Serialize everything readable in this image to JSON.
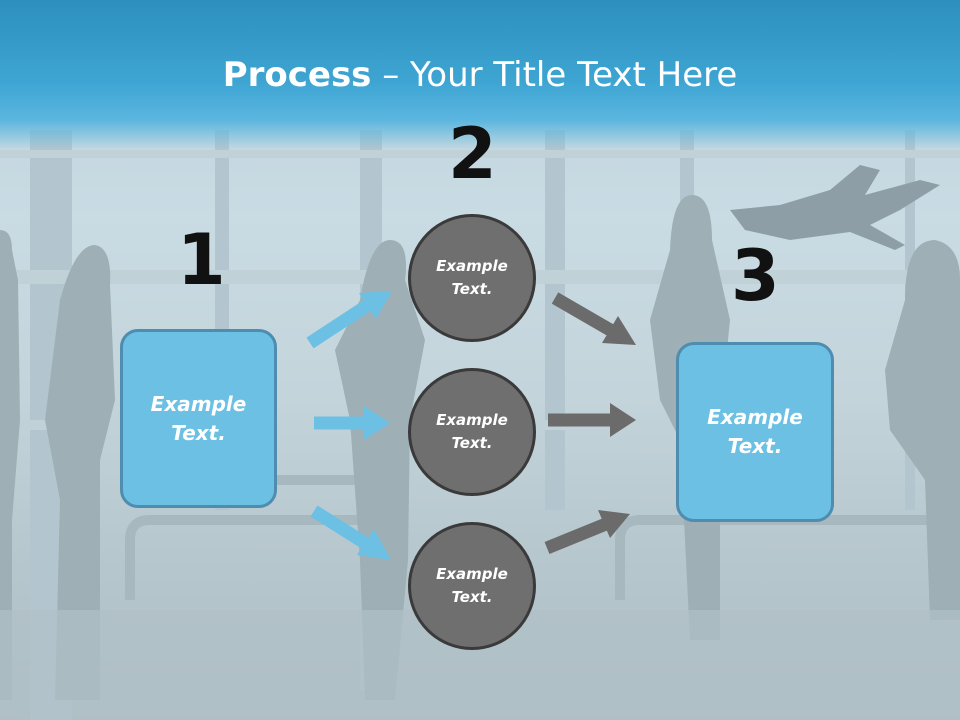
{
  "title": {
    "bold": "Process",
    "rest": " – Your Title Text Here"
  },
  "steps": [
    {
      "number": "1",
      "text": "Example\nText."
    },
    {
      "number": "2"
    },
    {
      "number": "3",
      "text": "Example\nText."
    }
  ],
  "circles": [
    {
      "text": "Example\nText."
    },
    {
      "text": "Example\nText."
    },
    {
      "text": "Example\nText."
    }
  ],
  "colors": {
    "header": "#3ea5d3",
    "box": "#6cc0e4",
    "box_border": "#4e8db0",
    "circle": "#6f6f6f",
    "blue_arrow": "#6cc0e4",
    "gray_arrow": "#6b6b6b"
  }
}
